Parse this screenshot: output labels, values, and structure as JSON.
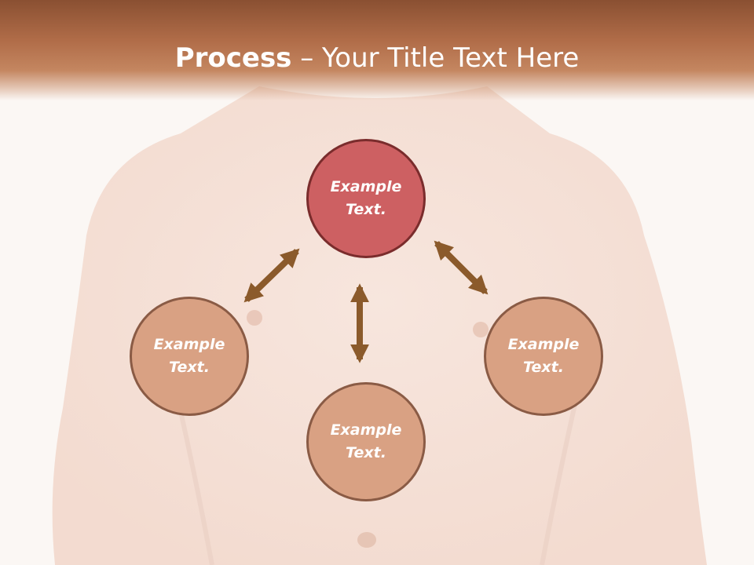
{
  "title": {
    "bold": "Process",
    "rest": " – Your Title Text Here"
  },
  "nodes": {
    "top": "Example\nText.",
    "left": "Example\nText.",
    "right": "Example\nText.",
    "bottom": "Example\nText."
  },
  "colors": {
    "title_band": "#b06c48",
    "center_fill": "#cd6062",
    "center_border": "#7a2c2c",
    "node_fill": "#d9a183",
    "node_border": "#8a5b45",
    "arrow": "#8b5a2b"
  },
  "background_image": "faded bare male torso"
}
